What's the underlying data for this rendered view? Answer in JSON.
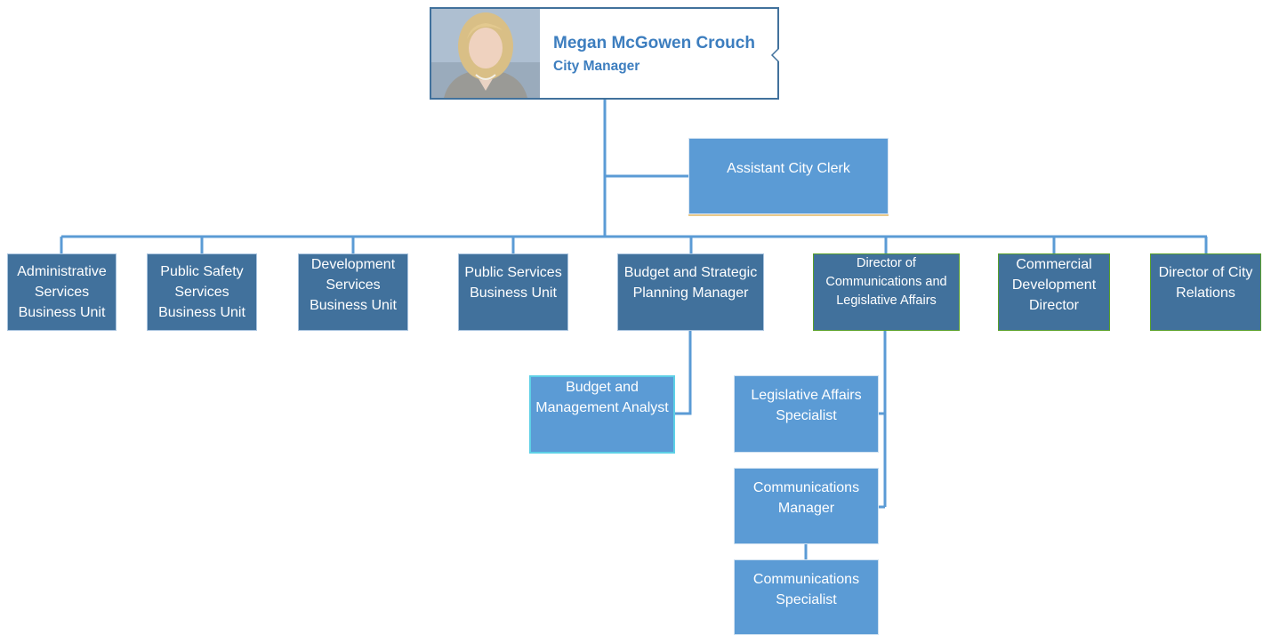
{
  "head": {
    "name": "Megan McGowen Crouch",
    "title": "City Manager",
    "photo_alt": "portrait-photo"
  },
  "assistant": {
    "label": "Assistant City Clerk"
  },
  "units": [
    {
      "label": "Administrative Services Business Unit"
    },
    {
      "label": "Public Safety Services Business Unit"
    },
    {
      "label": "Development Services Business Unit"
    },
    {
      "label": "Public Services Business Unit"
    },
    {
      "label": "Budget and Strategic Planning Manager"
    },
    {
      "label": "Director of Communications and Legislative Affairs"
    },
    {
      "label": "Commercial Development Director"
    },
    {
      "label": "Director of City Relations"
    }
  ],
  "budget_reports": [
    {
      "label": "Budget and Management Analyst"
    }
  ],
  "communications_reports": [
    {
      "label": "Legislative Affairs Specialist"
    },
    {
      "label": "Communications Manager"
    },
    {
      "label": "Communications Specialist"
    }
  ],
  "colors": {
    "connector": "#5b9bd5",
    "dark_box": "#41719c",
    "light_box": "#5b9bd5",
    "name_text": "#3d7ebf"
  }
}
